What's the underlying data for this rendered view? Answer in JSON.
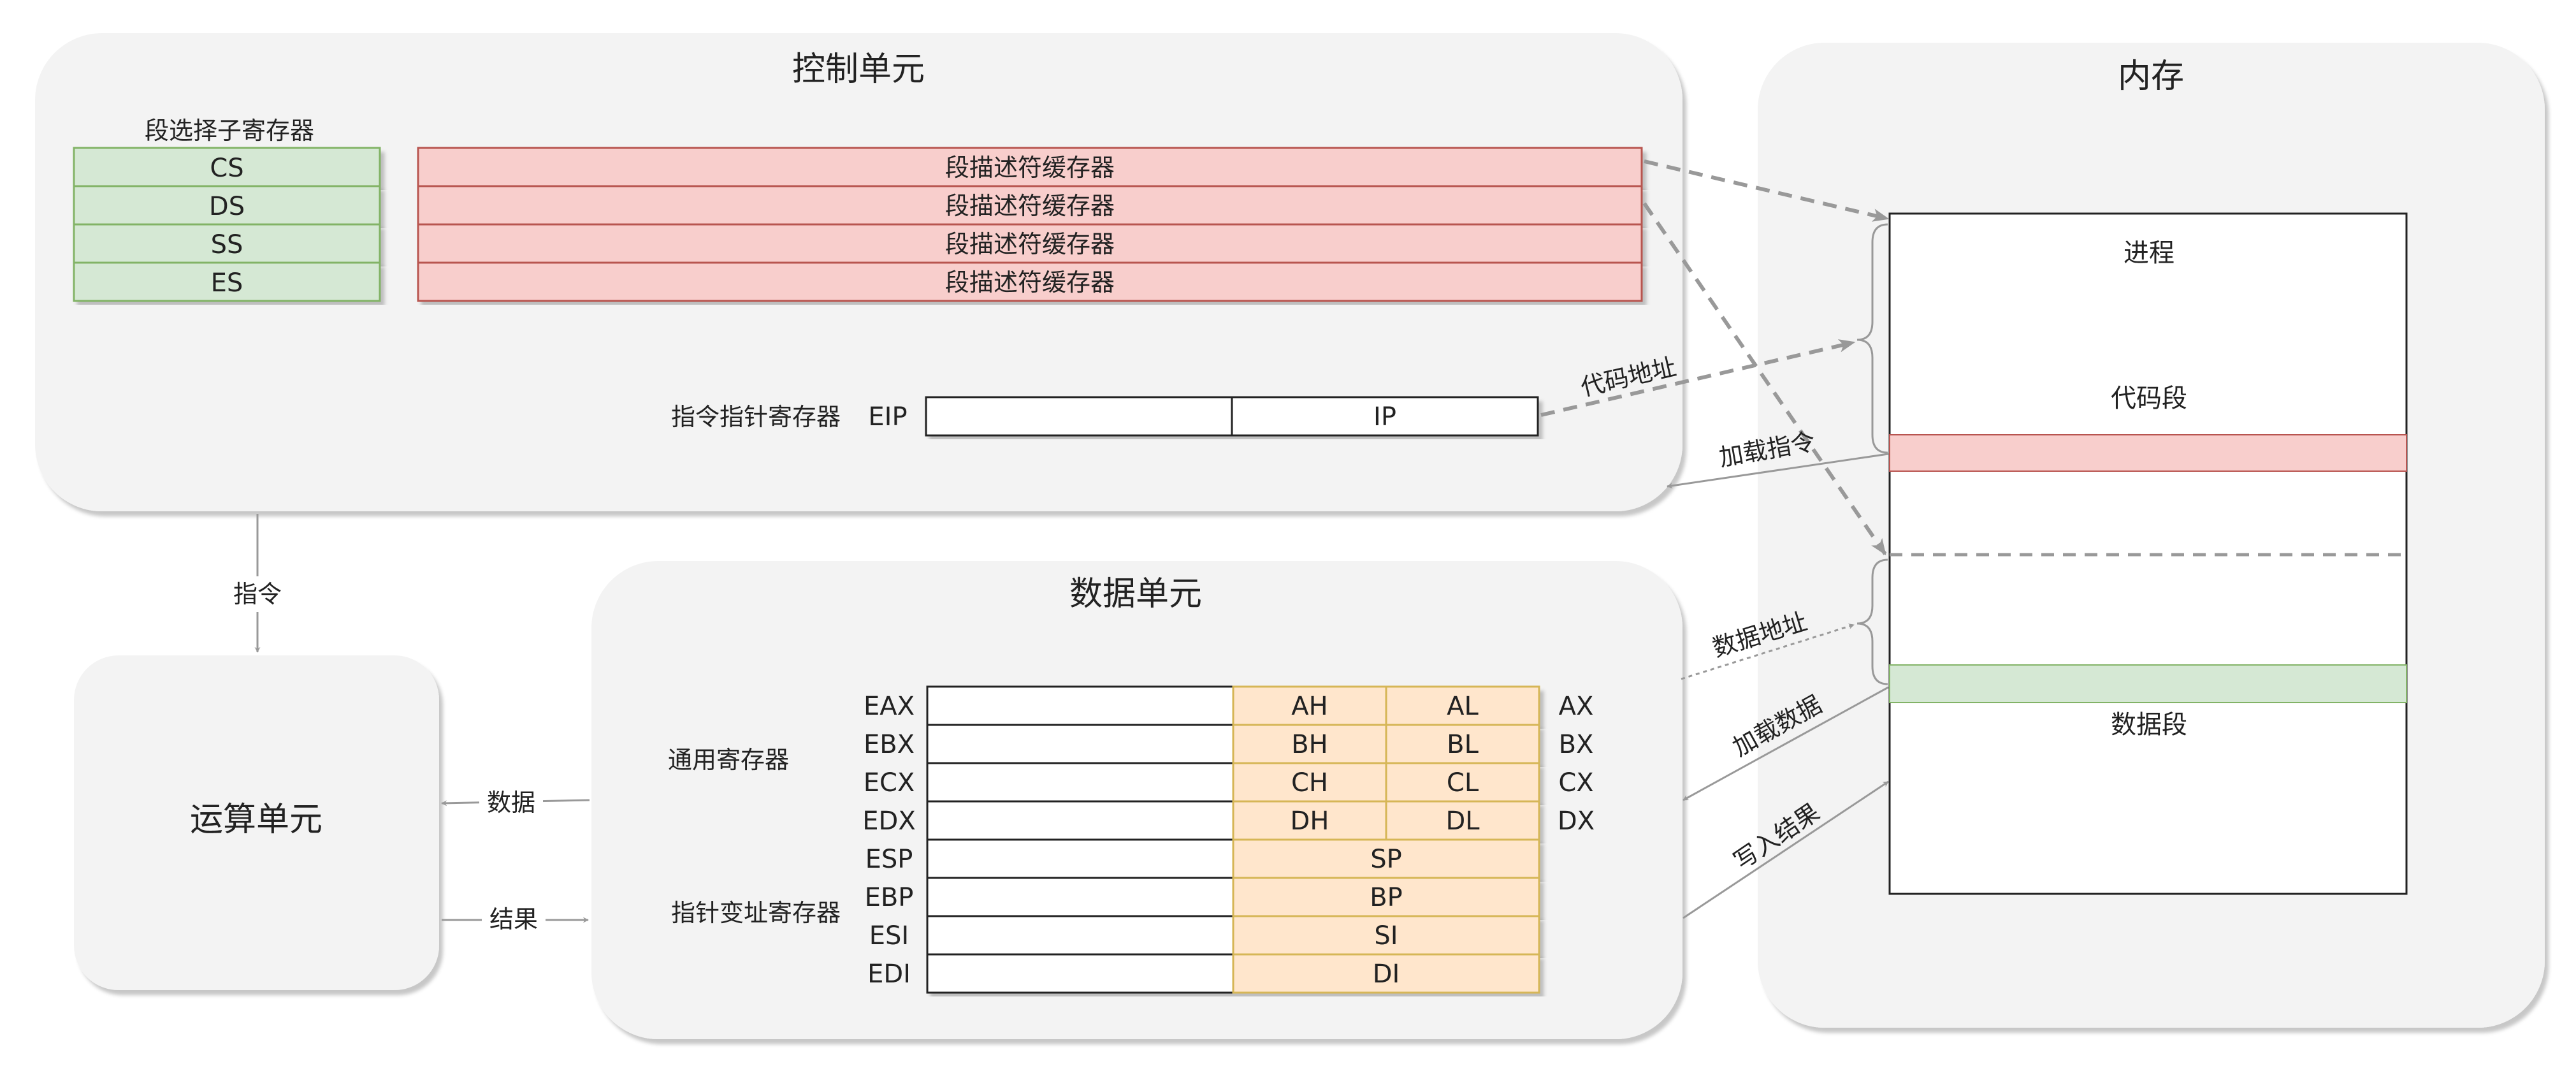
{
  "control_unit": {
    "title": "控制单元",
    "selector_label": "段选择子寄存器",
    "selectors": [
      "CS",
      "DS",
      "SS",
      "ES"
    ],
    "descriptor_label": "段描述符缓存器",
    "descriptors": [
      "段描述符缓存器",
      "段描述符缓存器",
      "段描述符缓存器",
      "段描述符缓存器"
    ],
    "ip_register_label": "指令指针寄存器",
    "eip_label": "EIP",
    "ip_label": "IP"
  },
  "memory": {
    "title": "内存",
    "process_label": "进程",
    "code_segment_label": "代码段",
    "data_segment_label": "数据段"
  },
  "alu": {
    "title": "运算单元"
  },
  "data_unit": {
    "title": "数据单元",
    "general_label": "通用寄存器",
    "pointer_label": "指针变址寄存器",
    "general_registers": [
      {
        "name": "EAX",
        "high": "AH",
        "low": "AL",
        "x": "AX"
      },
      {
        "name": "EBX",
        "high": "BH",
        "low": "BL",
        "x": "BX"
      },
      {
        "name": "ECX",
        "high": "CH",
        "low": "CL",
        "x": "CX"
      },
      {
        "name": "EDX",
        "high": "DH",
        "low": "DL",
        "x": "DX"
      }
    ],
    "pointer_registers": [
      {
        "name": "ESP",
        "short": "SP"
      },
      {
        "name": "EBP",
        "short": "BP"
      },
      {
        "name": "ESI",
        "short": "SI"
      },
      {
        "name": "EDI",
        "short": "DI"
      }
    ]
  },
  "arrows": {
    "instruction": "指令",
    "data": "数据",
    "result": "结果",
    "code_address": "代码地址",
    "load_instruction": "加载指令",
    "data_address": "数据地址",
    "load_data": "加载数据",
    "write_result": "写入结果"
  },
  "colors": {
    "panel_bg": "#f3f3f3",
    "selector_fill": "#d5e8d4",
    "selector_stroke": "#82b366",
    "descriptor_fill": "#f8cecc",
    "descriptor_stroke": "#b85450",
    "register_fill": "#ffe6cc",
    "register_stroke": "#d6b656",
    "arrow": "#999999"
  }
}
